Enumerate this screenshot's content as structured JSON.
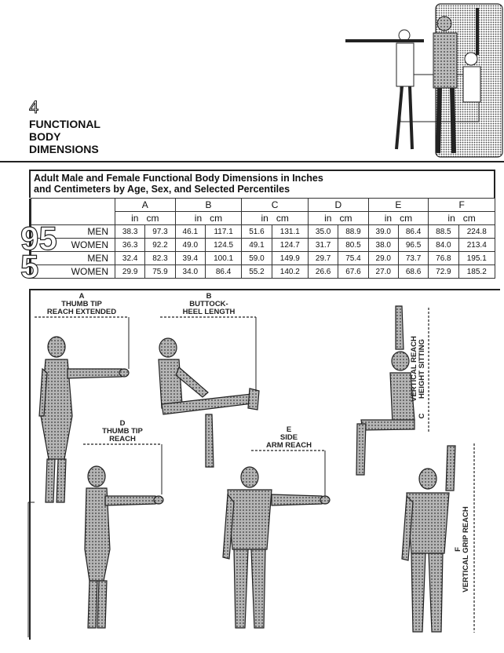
{
  "chapter": {
    "number": "4",
    "title_lines": [
      "FUNCTIONAL",
      "BODY",
      "DIMENSIONS"
    ]
  },
  "table": {
    "title_line1": "Adult Male and Female Functional Body Dimensions in Inches",
    "title_line2": "and Centimeters by Age, Sex, and Selected Percentiles",
    "columns": [
      "A",
      "B",
      "C",
      "D",
      "E",
      "F"
    ],
    "unit_in": "in",
    "unit_cm": "cm",
    "percentile_95": "95",
    "percentile_5": "5",
    "rows": [
      {
        "label": "MEN",
        "values": [
          "38.3",
          "97.3",
          "46.1",
          "117.1",
          "51.6",
          "131.1",
          "35.0",
          "88.9",
          "39.0",
          "86.4",
          "88.5",
          "224.8"
        ]
      },
      {
        "label": "WOMEN",
        "values": [
          "36.3",
          "92.2",
          "49.0",
          "124.5",
          "49.1",
          "124.7",
          "31.7",
          "80.5",
          "38.0",
          "96.5",
          "84.0",
          "213.4"
        ]
      },
      {
        "label": "MEN",
        "values": [
          "32.4",
          "82.3",
          "39.4",
          "100.1",
          "59.0",
          "149.9",
          "29.7",
          "75.4",
          "29.0",
          "73.7",
          "76.8",
          "195.1"
        ]
      },
      {
        "label": "WOMEN",
        "values": [
          "29.9",
          "75.9",
          "34.0",
          "86.4",
          "55.2",
          "140.2",
          "26.6",
          "67.6",
          "27.0",
          "68.6",
          "72.9",
          "185.2"
        ]
      }
    ]
  },
  "figures": {
    "a": {
      "letter": "A",
      "line1": "THUMB TIP",
      "line2": "REACH EXTENDED"
    },
    "b": {
      "letter": "B",
      "line1": "BUTTOCK-",
      "line2": "HEEL LENGTH"
    },
    "c": {
      "letter": "C",
      "line1": "VERTICAL REACH",
      "line2": "HEIGHT SITTING"
    },
    "d": {
      "letter": "D",
      "line1": "THUMB TIP",
      "line2": "REACH"
    },
    "e": {
      "letter": "E",
      "line1": "SIDE",
      "line2": "ARM REACH"
    },
    "f": {
      "letter": "F",
      "line1": "VERTICAL GRIP REACH"
    }
  },
  "colors": {
    "ink": "#222222",
    "figure_fill": "#9a9a9a",
    "paper": "#ffffff"
  }
}
